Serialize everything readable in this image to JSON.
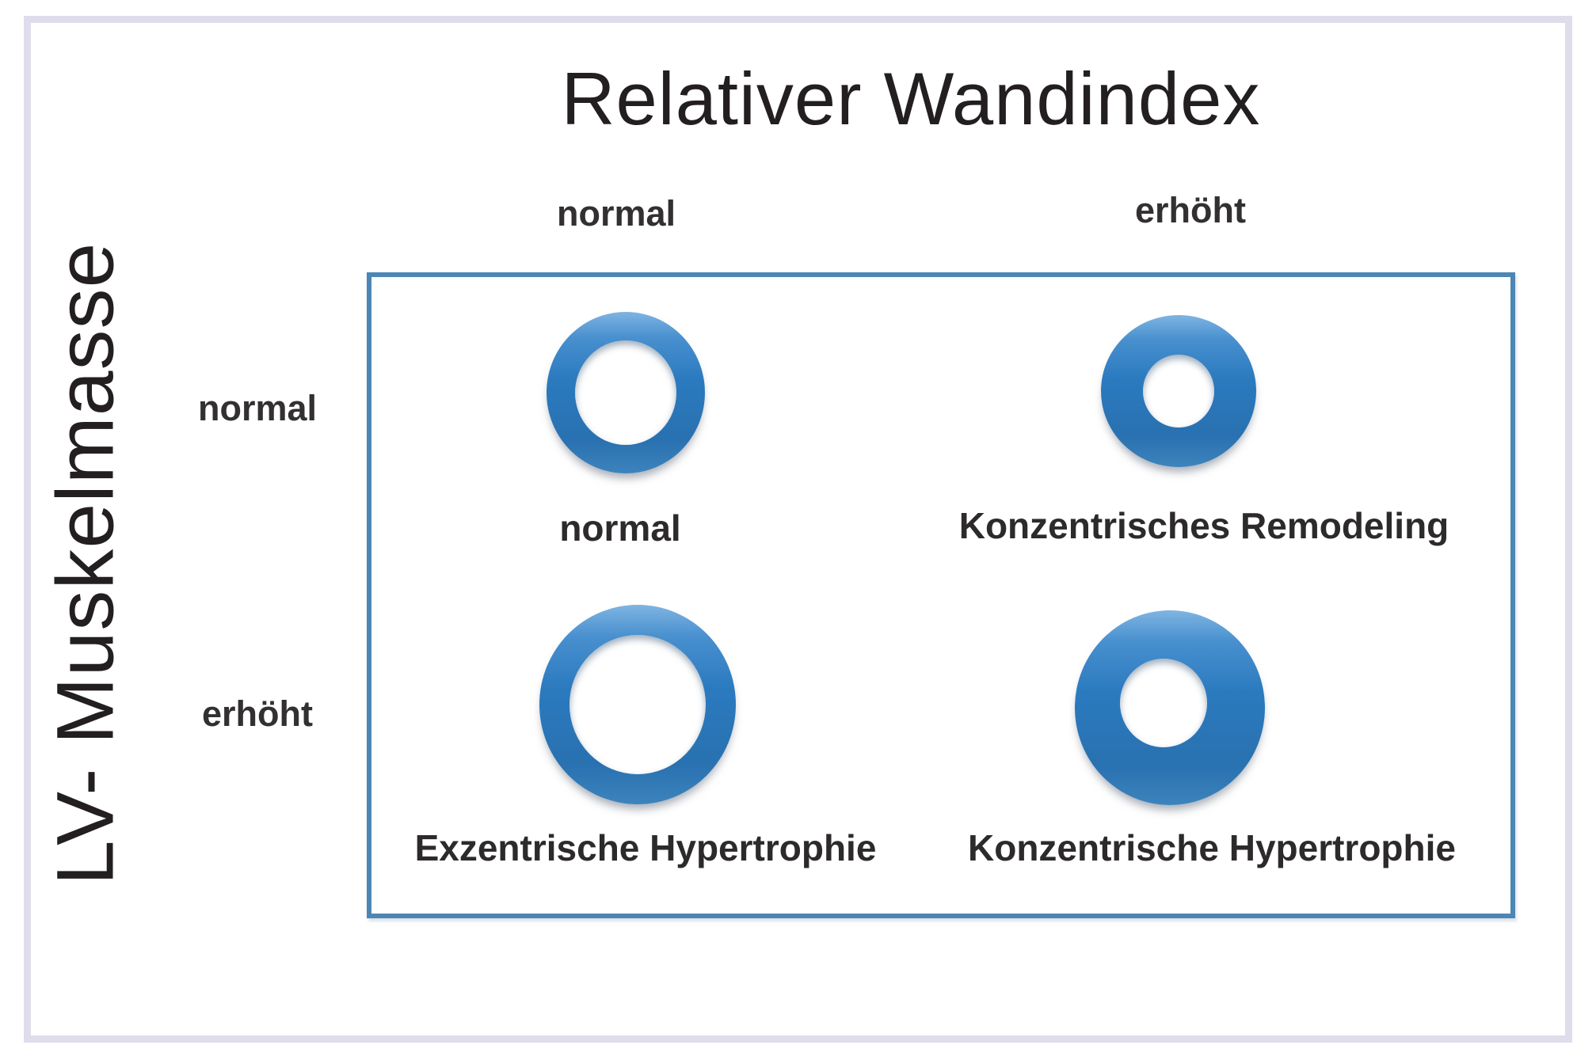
{
  "diagram": {
    "title": "Relativer Wandindex",
    "y_axis_label": "LV- Muskelmasse",
    "columns": [
      {
        "label": "normal"
      },
      {
        "label": "erhöht"
      }
    ],
    "rows": [
      {
        "label": "normal"
      },
      {
        "label": "erhöht"
      }
    ],
    "cells": [
      {
        "row": "normal",
        "column": "normal",
        "label": "normal",
        "ring": "medium ring, thin wall, large lumen"
      },
      {
        "row": "normal",
        "column": "erhöht",
        "label": "Konzentrisches Remodeling",
        "ring": "medium ring, thick wall, small lumen"
      },
      {
        "row": "erhöht",
        "column": "normal",
        "label": "Exzentrische Hypertrophie",
        "ring": "large ring, thin wall, large lumen"
      },
      {
        "row": "erhöht",
        "column": "erhöht",
        "label": "Konzentrische Hypertrophie",
        "ring": "large ring, thick wall, medium lumen"
      }
    ],
    "colors": {
      "ring_blue": "#2b7abf",
      "matrix_border_blue": "#4c86b4",
      "outer_frame_lavender": "#dfddeb",
      "text": "#2d2a2b"
    }
  }
}
